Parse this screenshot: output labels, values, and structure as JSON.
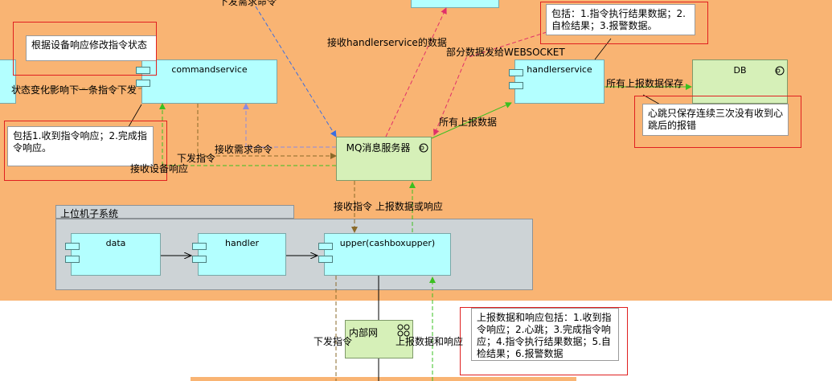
{
  "zones": {
    "server_bg": "#f9b473",
    "bottom_bg": "#f9b473"
  },
  "components": {
    "commandservice": "commandservice",
    "handlerservice": "handlerservice",
    "db": "DB",
    "mq": "MQ消息服务器",
    "data": "data",
    "handler": "handler",
    "upper": "upper(cashboxupper)",
    "intranet": "内部网"
  },
  "package": {
    "title": "上位机子系统"
  },
  "notes": {
    "modify_state": "根据设备响应修改指令状态",
    "response_includes": "包括1.收到指令响应；2.完成指令响应。",
    "handler_includes": "包括：1.指令执行结果数据；2.自检结果；3.报警数据。",
    "heartbeat": "心跳只保存连续三次没有收到心跳后的报错",
    "report_includes": "上报数据和响应包括：1.收到指令响应；2.心跳；3.完成指令响应；4.指令执行结果数据；5.自检结果；6.报警数据"
  },
  "labels": {
    "send_request_cmd": "下发需求命令",
    "recv_handlerservice_data": "接收handlerservice的数据",
    "partial_to_websocket": "部分数据发给WEBSOCKET",
    "state_change": "状态变化影响下一条指令下发",
    "all_report_save": "所有上报数据保存",
    "all_report": "所有上报数据",
    "recv_request_cmd": "接收需求命令",
    "issue_cmd": "下发指令",
    "recv_device_resp": "接收设备响应",
    "recv_cmd_report": "接收指令 上报数据或响应",
    "issue_cmd_bottom": "下发指令",
    "report_data_resp": "上报数据和响应"
  }
}
